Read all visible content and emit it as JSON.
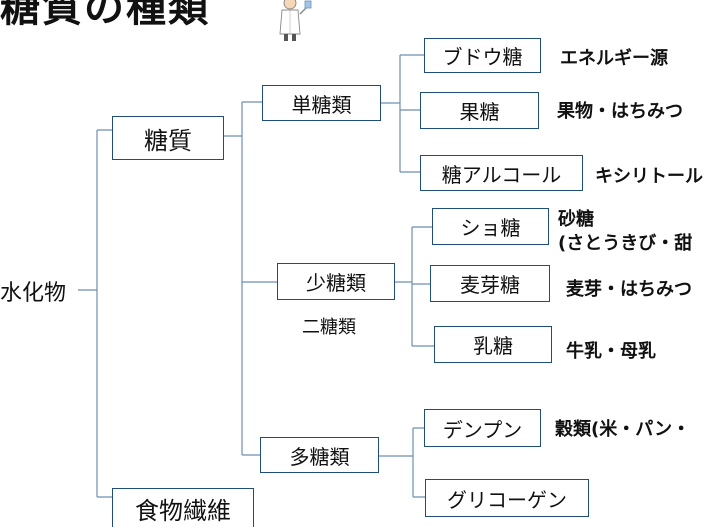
{
  "title": "糖質の種類",
  "root": {
    "label": "水化物"
  },
  "level1": {
    "sugar": "糖質",
    "fiber": "食物繊維"
  },
  "level2": {
    "mono": "単糖類",
    "oligo": "少糖類",
    "oligo_sub": "二糖類",
    "poly": "多糖類"
  },
  "level3": {
    "glucose": {
      "label": "ブドウ糖",
      "desc": "エネルギー源"
    },
    "fructose": {
      "label": "果糖",
      "desc": "果物・はちみつ"
    },
    "sugar_alcohol": {
      "label": "糖アルコール",
      "desc": "キシリトール"
    },
    "sucrose": {
      "label": "ショ糖",
      "desc_line1": "砂糖",
      "desc_line2": "(さとうきび・甜"
    },
    "maltose": {
      "label": "麦芽糖",
      "desc": "麦芽・はちみつ"
    },
    "lactose": {
      "label": "乳糖",
      "desc": "牛乳・母乳"
    },
    "starch": {
      "label": "デンプン",
      "desc": "穀類(米・パン・"
    },
    "glycogen": {
      "label": "グリコーゲン"
    }
  },
  "colors": {
    "line": "#6f8fb0",
    "box_border": "#1f4e79"
  }
}
